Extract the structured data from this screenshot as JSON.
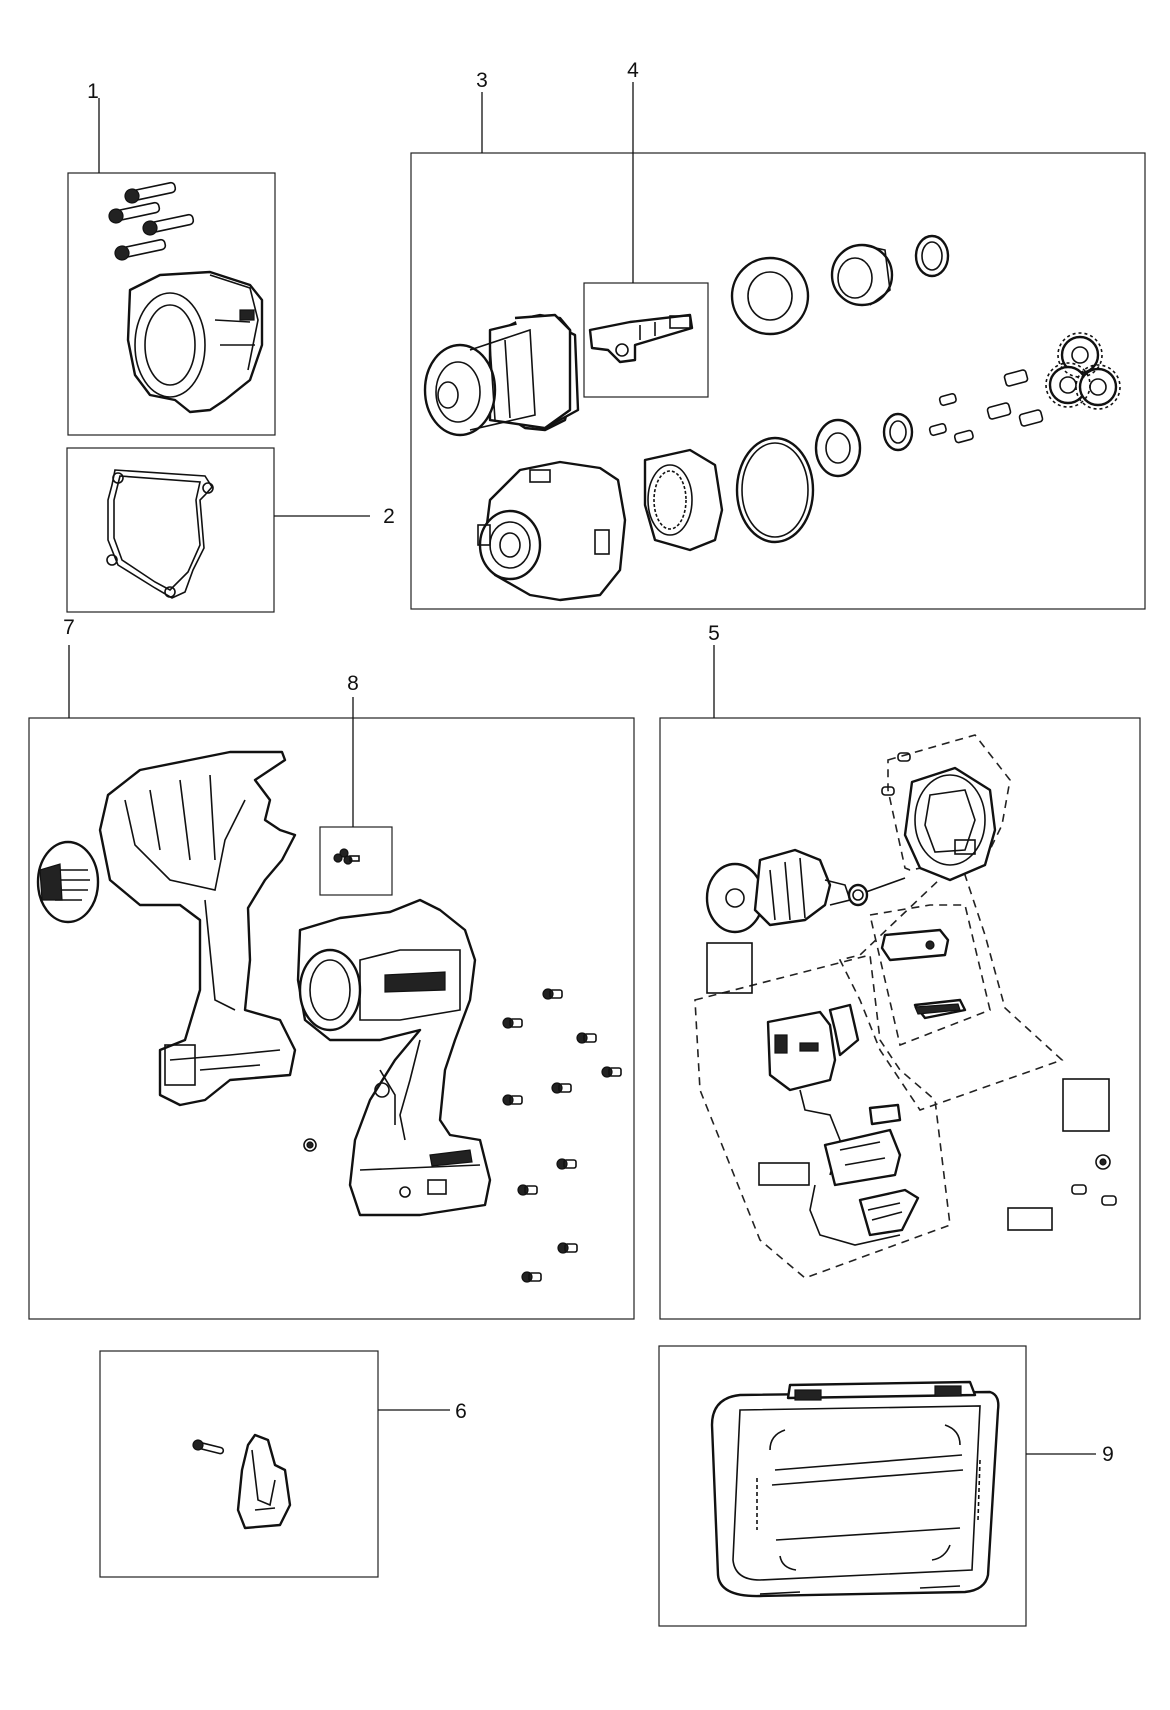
{
  "callouts": [
    {
      "id": "1",
      "label": "1"
    },
    {
      "id": "2",
      "label": "2"
    },
    {
      "id": "3",
      "label": "3"
    },
    {
      "id": "4",
      "label": "4"
    },
    {
      "id": "5",
      "label": "5"
    },
    {
      "id": "6",
      "label": "6"
    },
    {
      "id": "7",
      "label": "7"
    },
    {
      "id": "8",
      "label": "8"
    },
    {
      "id": "9",
      "label": "9"
    }
  ],
  "icons": {
    "screws": "screw-icon",
    "nose_housing": "nose-housing-icon",
    "gasket": "gasket-icon",
    "gearbox": "gearbox-assembly-icon",
    "anvil": "anvil-icon",
    "motor": "brushless-motor-icon",
    "switch": "trigger-switch-icon",
    "housing": "clamshell-housing-icon",
    "belt_clip": "belt-clip-icon",
    "case": "carry-case-icon"
  }
}
